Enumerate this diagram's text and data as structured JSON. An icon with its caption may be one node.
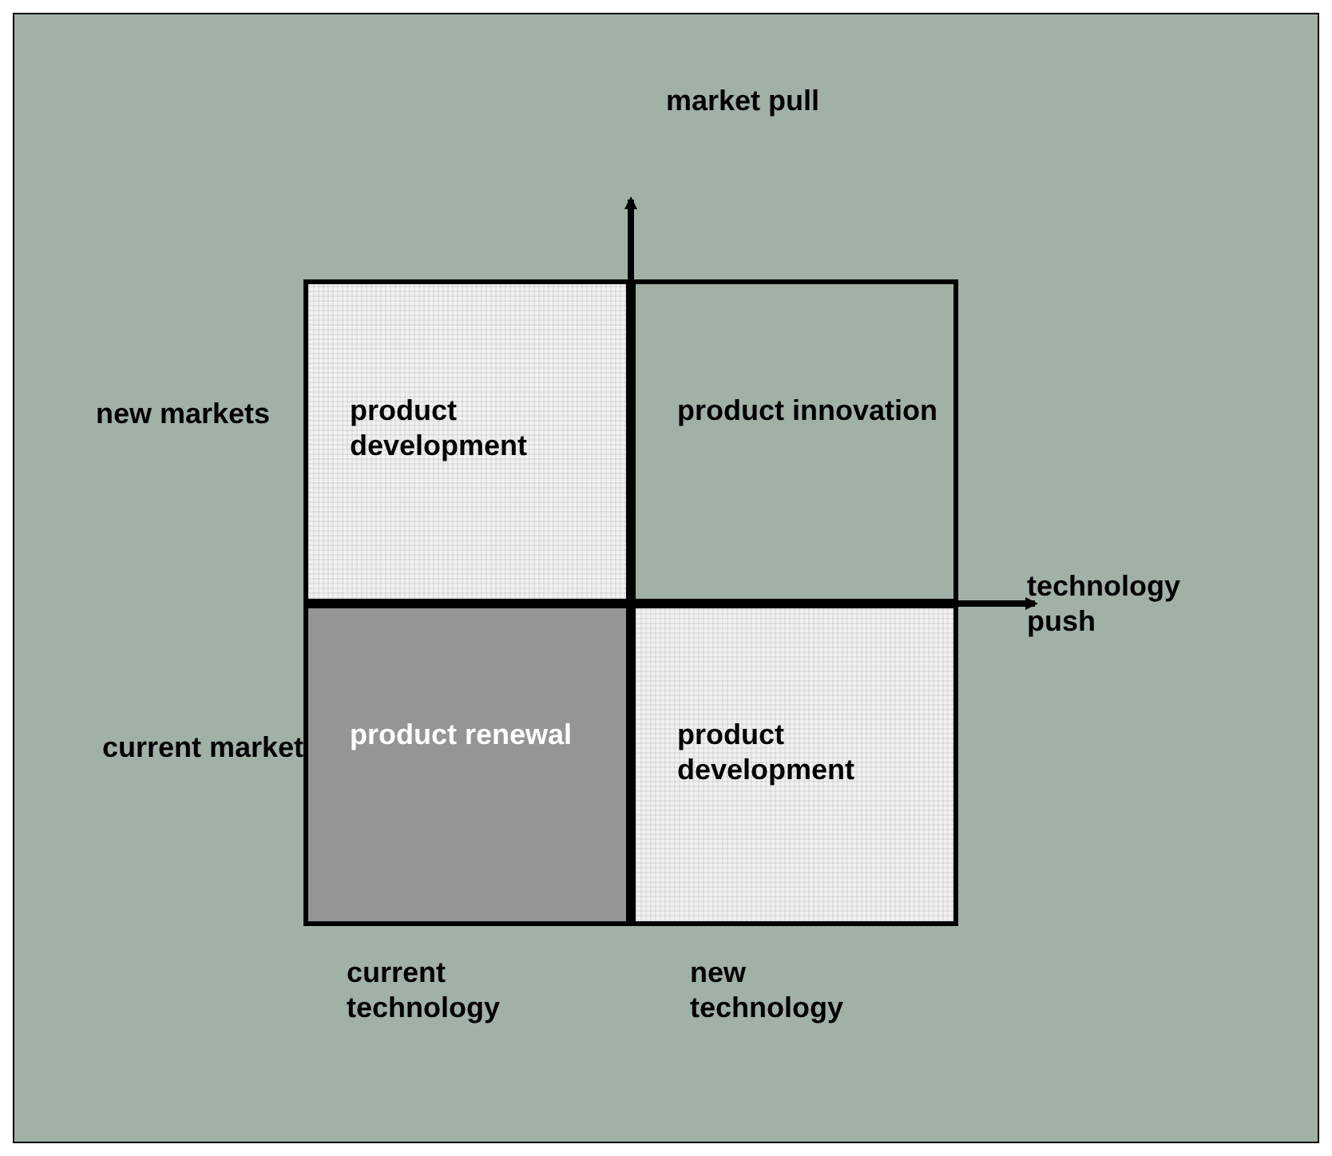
{
  "diagram": {
    "nodes": [
      {
        "text": [
          "product development"
        ]
      },
      {
        "text": [
          "product innovation"
        ]
      },
      {
        "text": [
          "product renewal"
        ]
      },
      {
        "text": [
          "product development"
        ]
      }
    ],
    "labels": [
      "market pull",
      "new markets",
      "technology push",
      "current market",
      "current technology",
      "new technology"
    ]
  }
}
